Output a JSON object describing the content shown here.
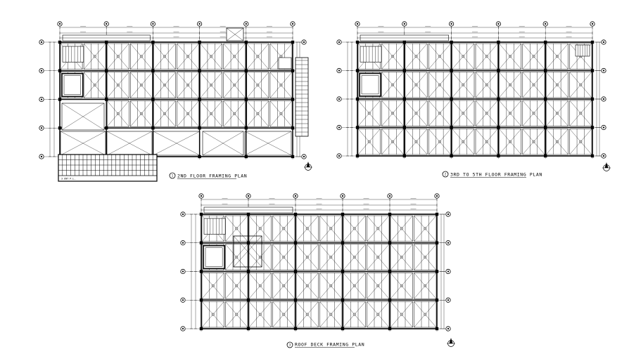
{
  "drawing": {
    "line_color": "#000000",
    "background": "#ffffff",
    "plans": [
      {
        "id": "plan-2nd",
        "number": "1",
        "title": "2ND FLOOR FRAMING PLAN",
        "bay_pattern": "partial",
        "has_stair_gallery": true,
        "has_balcony_grid": true,
        "balcony_text": "3 ENT P.L."
      },
      {
        "id": "plan-3rd-5th",
        "number": "2",
        "title": "3RD TO 5TH FLOOR FRAMING PLAN",
        "bay_pattern": "full",
        "has_stair_gallery": false,
        "has_balcony_grid": false
      },
      {
        "id": "plan-roof",
        "number": "3",
        "title": "ROOF DECK FRAMING PLAN",
        "bay_pattern": "full",
        "has_stair_gallery": false,
        "has_balcony_grid": false
      }
    ],
    "north_arrow_icon": "north-arrow-icon",
    "grid_bubble_icon": "grid-bubble-icon"
  }
}
